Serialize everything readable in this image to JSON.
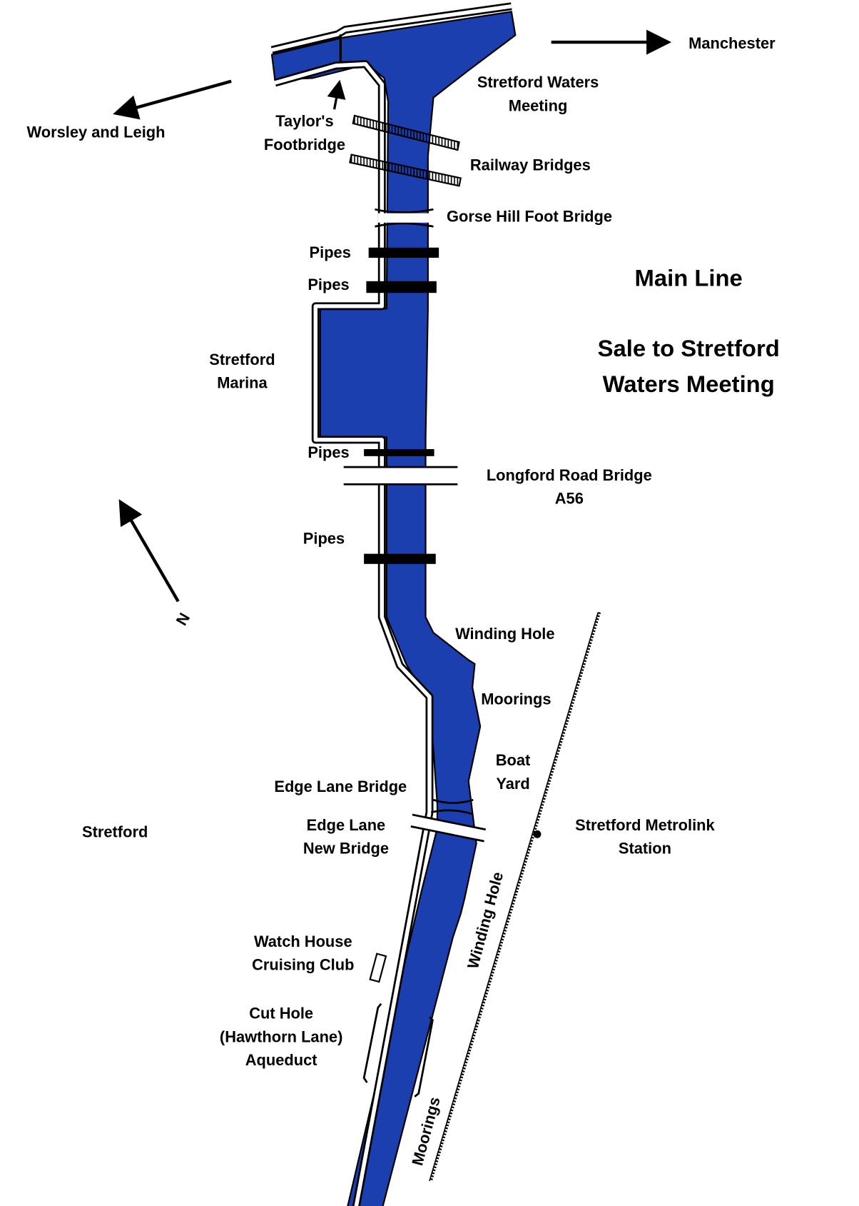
{
  "colors": {
    "water": "#1c3fb0",
    "ink": "#000000",
    "towpath": "#ffffff"
  },
  "directions": {
    "manchester": "Manchester",
    "worsley": "Worsley and Leigh"
  },
  "title": {
    "line1": "Main Line",
    "line2": "Sale to Stretford",
    "line3": "Waters Meeting"
  },
  "labels": {
    "waters_meeting_1": "Stretford Waters",
    "waters_meeting_2": "Meeting",
    "taylors_1": "Taylor's",
    "taylors_2": "Footbridge",
    "railway_bridges": "Railway Bridges",
    "gorse_hill": "Gorse Hill Foot Bridge",
    "pipes_1": "Pipes",
    "pipes_2": "Pipes",
    "pipes_3": "Pipes",
    "pipes_4": "Pipes",
    "marina_1": "Stretford",
    "marina_2": "Marina",
    "longford_1": "Longford Road Bridge",
    "longford_2": "A56",
    "winding_hole_1": "Winding Hole",
    "moorings_1": "Moorings",
    "boat_yard_1": "Boat",
    "boat_yard_2": "Yard",
    "edge_lane": "Edge Lane Bridge",
    "edge_lane_new_1": "Edge Lane",
    "edge_lane_new_2": "New Bridge",
    "stretford": "Stretford",
    "metrolink_1": "Stretford Metrolink",
    "metrolink_2": "Station",
    "winding_hole_2": "Winding Hole",
    "watch_house_1": "Watch House",
    "watch_house_2": "Cruising Club",
    "cut_hole_1": "Cut Hole",
    "cut_hole_2": "(Hawthorn Lane)",
    "cut_hole_3": "Aqueduct",
    "moorings_2": "Moorings",
    "north": "N"
  }
}
